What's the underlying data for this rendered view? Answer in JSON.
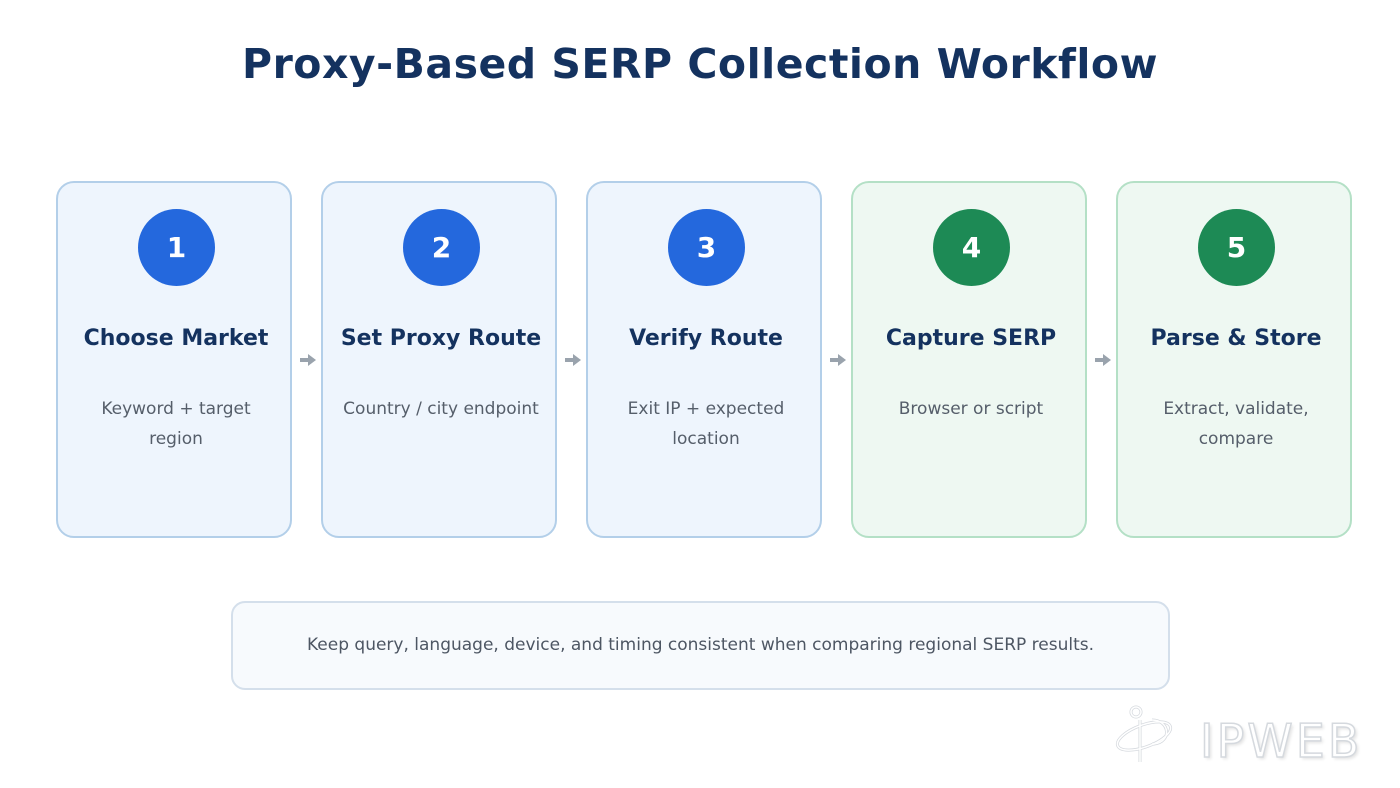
{
  "title": "Proxy-Based SERP Collection Workflow",
  "steps": [
    {
      "number": "1",
      "title": "Choose Market",
      "description": "Keyword + target region",
      "phase_color": "#2468dd"
    },
    {
      "number": "2",
      "title": "Set Proxy Route",
      "description": "Country / city endpoint",
      "phase_color": "#2468dd"
    },
    {
      "number": "3",
      "title": "Verify Route",
      "description": "Exit IP + expected location",
      "phase_color": "#2468dd"
    },
    {
      "number": "4",
      "title": "Capture SERP",
      "description": "Browser or script",
      "phase_color": "#1d8a55"
    },
    {
      "number": "5",
      "title": "Parse & Store",
      "description": "Extract, validate, compare",
      "phase_color": "#1d8a55"
    }
  ],
  "connector_icon": "arrow-right-icon",
  "note": "Keep query, language, device, and timing consistent when comparing regional SERP results.",
  "watermark": {
    "text": "IPWEB",
    "icon": "ipweb-logo-icon"
  },
  "colors": {
    "title": "#14325f",
    "blue_badge": "#2468dd",
    "green_badge": "#1d8a55",
    "blue_card_bg": "#eef5fd",
    "blue_card_border": "#b3cfe9",
    "green_card_bg": "#eef8f2",
    "green_card_border": "#b4e0c6",
    "arrow": "#9aa3ad"
  }
}
